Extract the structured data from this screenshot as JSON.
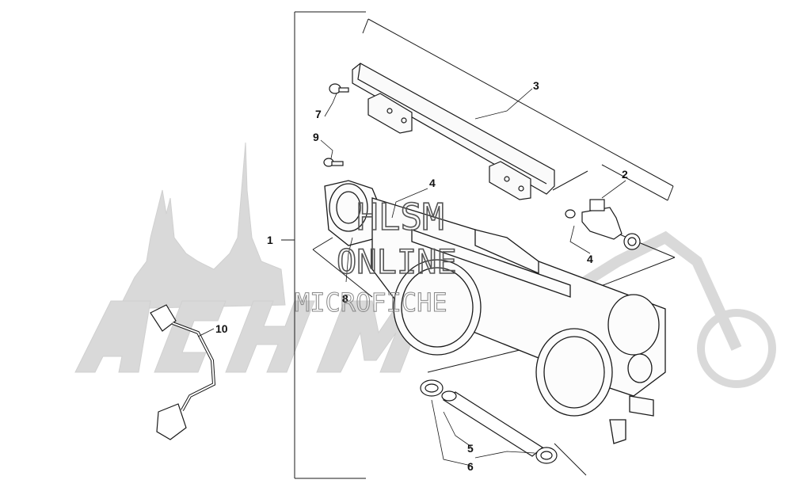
{
  "callouts": [
    {
      "id": "1",
      "text": "1"
    },
    {
      "id": "2",
      "text": "2"
    },
    {
      "id": "3",
      "text": "3"
    },
    {
      "id": "4a",
      "text": "4"
    },
    {
      "id": "4b",
      "text": "4"
    },
    {
      "id": "5",
      "text": "5"
    },
    {
      "id": "6",
      "text": "6"
    },
    {
      "id": "7",
      "text": "7"
    },
    {
      "id": "8",
      "text": "8"
    },
    {
      "id": "9",
      "text": "9"
    },
    {
      "id": "10",
      "text": "10"
    }
  ],
  "watermark": {
    "line1": "HLSM",
    "line2": "ONLINE",
    "line3": "MICROFICHE"
  },
  "colors": {
    "line": "#1a1a1a",
    "background_logo": "#d9d9d9",
    "watermark": "#555555"
  }
}
